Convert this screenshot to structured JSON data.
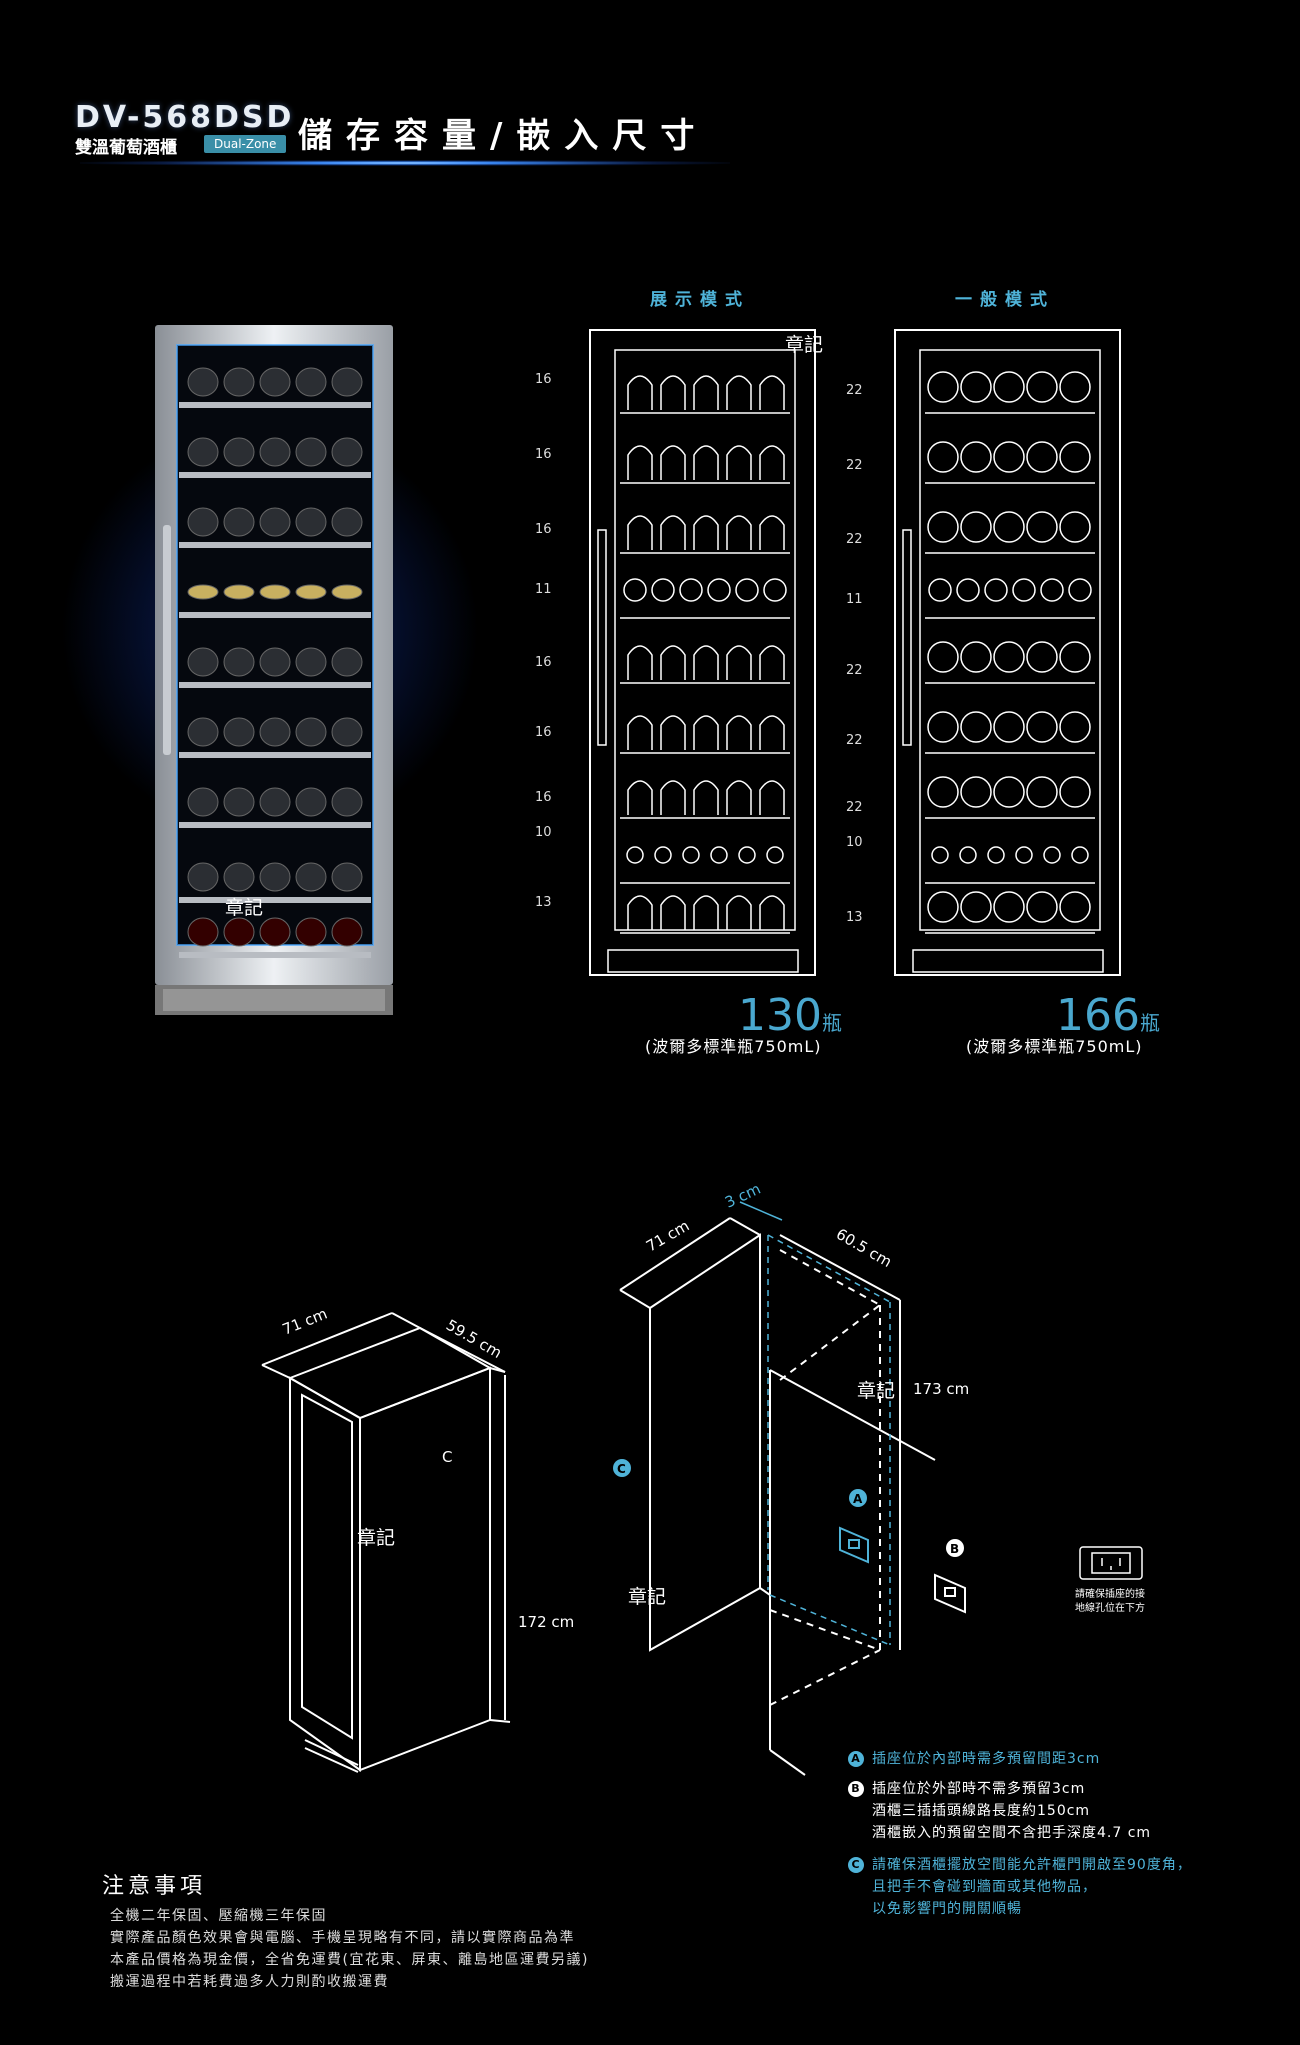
{
  "header": {
    "model": "DV-568DSD",
    "product_name": "雙溫葡萄酒櫃",
    "badge": "Dual-Zone",
    "title": "儲存容量/嵌入尺寸"
  },
  "display_mode": {
    "label": "展示模式",
    "shelves": [
      "16",
      "16",
      "16",
      "11",
      "16",
      "16",
      "16",
      "10",
      "13"
    ],
    "capacity": "130",
    "unit": "瓶",
    "note": "(波爾多標準瓶750mL)"
  },
  "general_mode": {
    "label": "一般模式",
    "shelves": [
      "22",
      "22",
      "22",
      "11",
      "22",
      "22",
      "22",
      "10",
      "13"
    ],
    "capacity": "166",
    "unit": "瓶",
    "note": "(波爾多標準瓶750mL)"
  },
  "stamps": [
    "章記",
    "章記",
    "章記",
    "章記",
    "章記"
  ],
  "dimensions": {
    "front_width": "71 cm",
    "front_depth": "59.5 cm",
    "front_height": "172 cm",
    "front_label": "C",
    "cab_width": "71 cm",
    "cab_gap": "3 cm",
    "cab_depth": "60.5 cm",
    "cab_height": "173 cm"
  },
  "markers": {
    "a": "A",
    "b": "B",
    "c": "C"
  },
  "outlet_note": [
    "請確保插座的接",
    "地線孔位在下方"
  ],
  "notes": {
    "a": "插座位於內部時需多預留間距3cm",
    "b_lines": [
      "插座位於外部時不需多預留3cm",
      "酒櫃三插插頭線路長度約150cm",
      "酒櫃嵌入的預留空間不含把手深度4.7 cm"
    ],
    "c_lines": [
      "請確保酒櫃擺放空間能允許櫃門開啟至90度角，",
      "且把手不會碰到牆面或其他物品，",
      "以免影響門的開關順暢"
    ]
  },
  "notice": {
    "title": "注意事項",
    "items": [
      "全機二年保固、壓縮機三年保固",
      "實際產品顏色效果會與電腦、手機呈現略有不同，請以實際商品為準",
      "本產品價格為現金價，全省免運費(宜花東、屏東、離島地區運費另議)",
      "搬運過程中若耗費過多人力則酌收搬運費"
    ]
  },
  "colors": {
    "accent": "#4fb3d8",
    "badge": "#3a8fa8",
    "background": "#000000"
  }
}
